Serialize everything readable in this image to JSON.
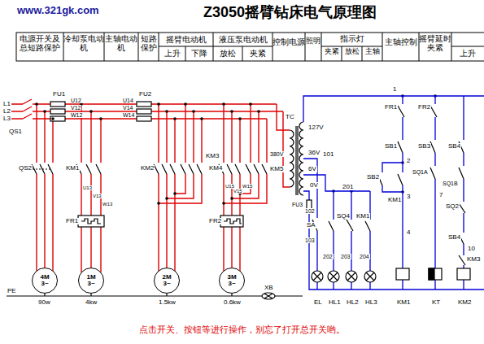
{
  "diagram": {
    "title": "Z3050摇臂钻床电气原理图",
    "caption": "点击开关、按钮等进行操作，别忘了打开总开关哟。",
    "nodes": [
      {
        "text": [
          "4M",
          "3~"
        ]
      },
      {
        "text": [
          "1M",
          "3~"
        ]
      },
      {
        "text": [
          "2M",
          "3~"
        ]
      },
      {
        "text": [
          "3M",
          "3~"
        ]
      }
    ],
    "labels": [
      "www.321gk.com",
      "电源开关及总短路保护",
      "冷却泵电动机",
      "主轴电动机",
      "短路保护",
      "摇臂电动机",
      "上升",
      "下降",
      "液压泵电动机",
      "放松",
      "夹紧",
      "控制电源",
      "照明",
      "指示灯",
      "夹紧",
      "放松",
      "主轴",
      "主轴控制",
      "摇臂延时夹紧",
      "上升",
      "L1",
      "L2",
      "L3",
      "QS1",
      "FU1",
      "U12",
      "V12",
      "W12",
      "FU2",
      "U14",
      "V14",
      "W14",
      "QS2",
      "KM1",
      "U13",
      "V13",
      "W13",
      "FR1",
      "KM2",
      "KM3",
      "KM4",
      "KM5",
      "FR2",
      "U15",
      "V15",
      "W15",
      "90w",
      "4kw",
      "1.5kw",
      "0.6kw",
      "PE",
      "XB",
      "TC",
      "127V",
      "36V",
      "380V",
      "6V",
      "101",
      "0V",
      "FU3",
      "201",
      "102",
      "SA",
      "SQ4",
      "KM1",
      "103",
      "202",
      "203",
      "204",
      "EL",
      "HL1",
      "HL2",
      "HL3",
      "KM1",
      "KT",
      "KM2",
      "1",
      "FR1",
      "FR2",
      "SB1",
      "2",
      "SB2",
      "3",
      "KM1",
      "4",
      "SB3",
      "SB4",
      "SQ1A",
      "SQ1B",
      "7",
      "SQ2",
      "SB4",
      "10",
      "KM3"
    ]
  }
}
